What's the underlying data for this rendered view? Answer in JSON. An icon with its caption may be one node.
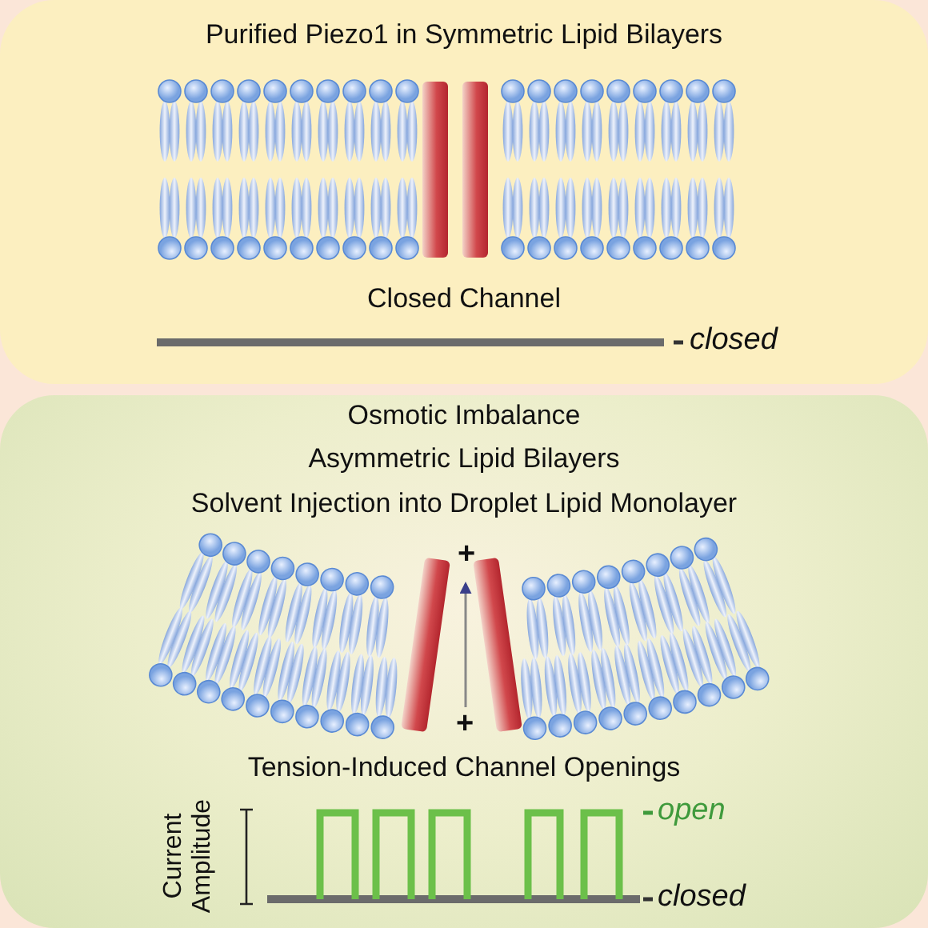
{
  "diagram": {
    "nodes": [
      {
        "text": [
          "Purified Piezo1 in Symmetric Lipid Bilayers",
          "Closed Channel"
        ]
      },
      {
        "text": [
          "Osmotic Imbalance",
          "Asymmetric Lipid Bilayers",
          "Solvent Injection into Droplet Lipid Monolayer",
          "Tension-Induced Channel Openings"
        ]
      }
    ],
    "edges": [],
    "labels": [
      "closed",
      "+",
      "+",
      "Current Amplitude",
      "open",
      "closed"
    ]
  }
}
